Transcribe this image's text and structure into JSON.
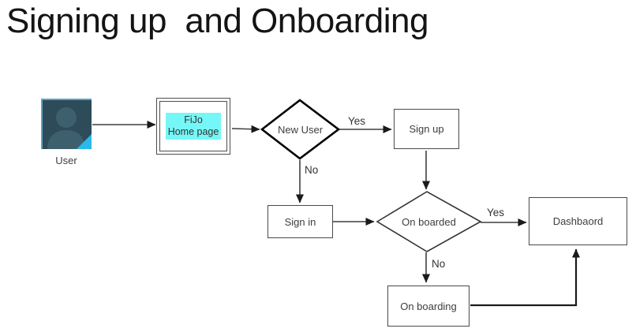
{
  "title": "Signing up  and Onboarding",
  "nodes": {
    "user": {
      "label": "User"
    },
    "home_page": {
      "label": "FiJo\nHome page"
    },
    "new_user": {
      "label": "New User"
    },
    "sign_up": {
      "label": "Sign up"
    },
    "sign_in": {
      "label": "Sign in"
    },
    "on_boarded": {
      "label": "On boarded"
    },
    "dashboard": {
      "label": "Dashbaord"
    },
    "on_boarding": {
      "label": "On boarding"
    }
  },
  "edge_labels": {
    "new_user_yes": "Yes",
    "new_user_no": "No",
    "on_boarded_yes": "Yes",
    "on_boarded_no": "No"
  },
  "colors": {
    "highlight_cyan": "#76f7f7",
    "icon_background": "#2d4b59",
    "icon_silhouette": "#3e5f6e",
    "icon_border": "#5da4c5",
    "icon_corner_accent": "#2bb9e9",
    "connector": "#3f3f3f"
  }
}
